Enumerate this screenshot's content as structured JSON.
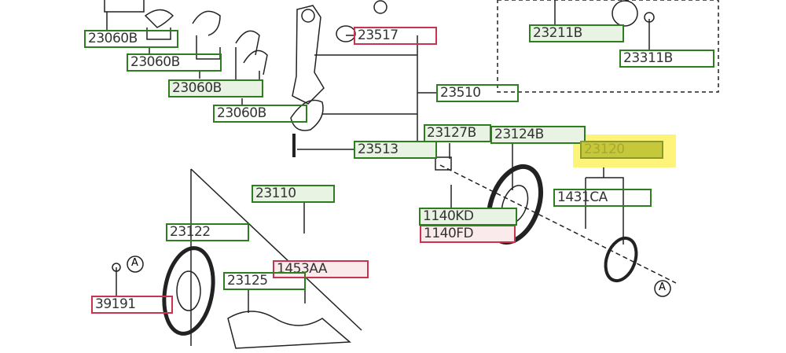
{
  "labels": {
    "p23060B_1": "23060B",
    "p23060B_2": "23060B",
    "p23060B_3": "23060B",
    "p23060B_4": "23060B",
    "p23517": "23517",
    "p23510": "23510",
    "p23513": "23513",
    "p23127B": "23127B",
    "p23124B": "23124B",
    "p23120": "23120",
    "p23211B": "23211B",
    "p23311B": "23311B",
    "p1431CA": "1431CA",
    "p1140KD": "1140KD",
    "p1140FD": "1140FD",
    "p23110": "23110",
    "p23122": "23122",
    "p1453AA": "1453AA",
    "p23125": "23125",
    "p39191": "39191"
  },
  "refs": {
    "a1": "A",
    "a2": "A"
  },
  "colors": {
    "available": "#2e7d1e",
    "unavailable": "#c8334f",
    "highlight": "#fff36b"
  }
}
